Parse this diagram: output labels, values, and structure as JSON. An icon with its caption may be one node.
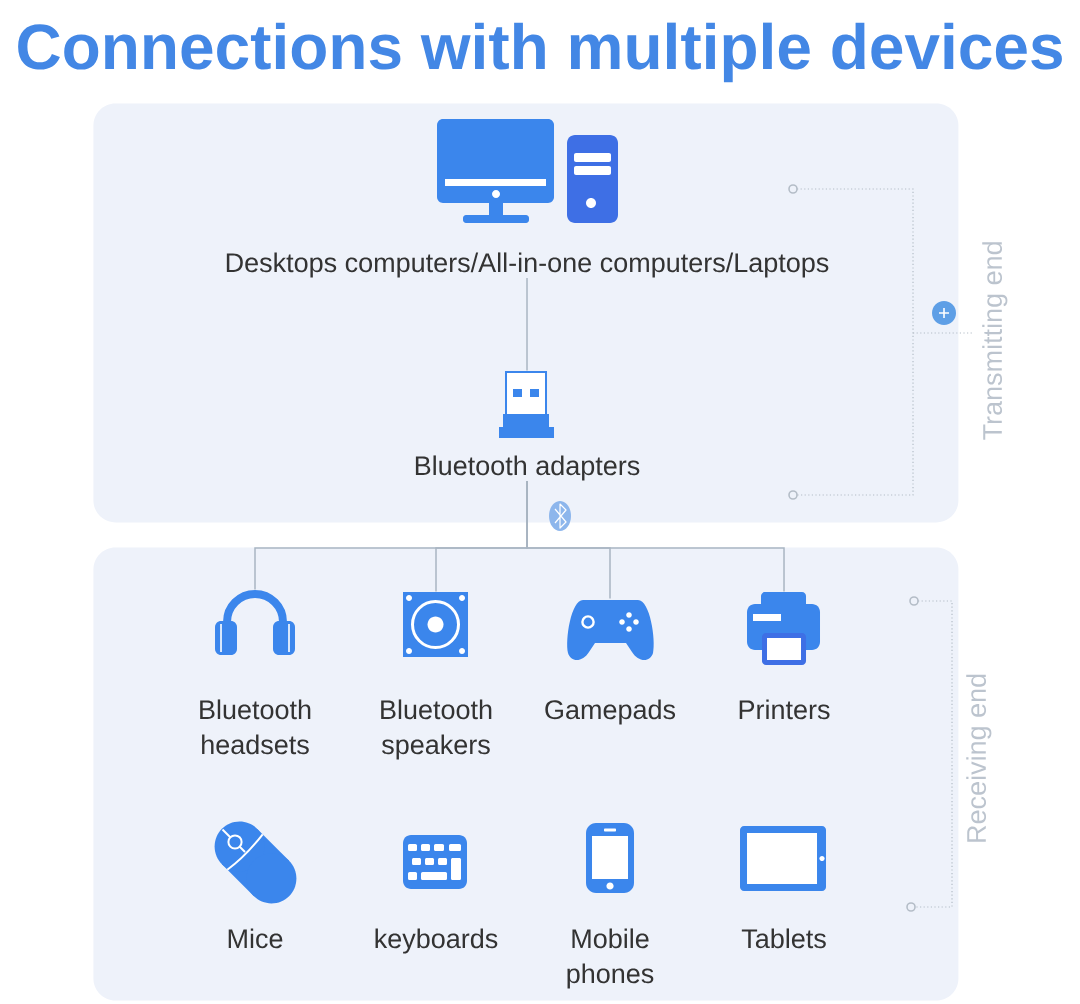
{
  "diagram": {
    "title": "Connections with multiple devices",
    "nodes": [
      {
        "text": [
          "Transmitting end"
        ]
      },
      {
        "text": [
          "Desktops computers/All-in-one computers/Laptops"
        ],
        "in": 0
      },
      {
        "text": [
          "Bluetooth adapters"
        ],
        "in": 0
      },
      {
        "text": [
          "Receiving end"
        ]
      },
      {
        "text": [
          "Bluetooth headsets"
        ],
        "in": 3
      },
      {
        "text": [
          "Bluetooth speakers"
        ],
        "in": 3
      },
      {
        "text": [
          "Gamepads"
        ],
        "in": 3
      },
      {
        "text": [
          "Printers"
        ],
        "in": 3
      },
      {
        "text": [
          "Mice"
        ],
        "in": 3
      },
      {
        "text": [
          "keyboards"
        ],
        "in": 3
      },
      {
        "text": [
          "Mobile phones"
        ],
        "in": 3
      },
      {
        "text": [
          "Tablets"
        ],
        "in": 3
      }
    ],
    "edges": [
      {
        "from": 1,
        "to": 2,
        "arrow": "none"
      },
      {
        "from": 2,
        "to": 4,
        "arrow": "none"
      },
      {
        "from": 2,
        "to": 5,
        "arrow": "none"
      },
      {
        "from": 2,
        "to": 6,
        "arrow": "none"
      },
      {
        "from": 2,
        "to": 7,
        "arrow": "none"
      }
    ]
  }
}
